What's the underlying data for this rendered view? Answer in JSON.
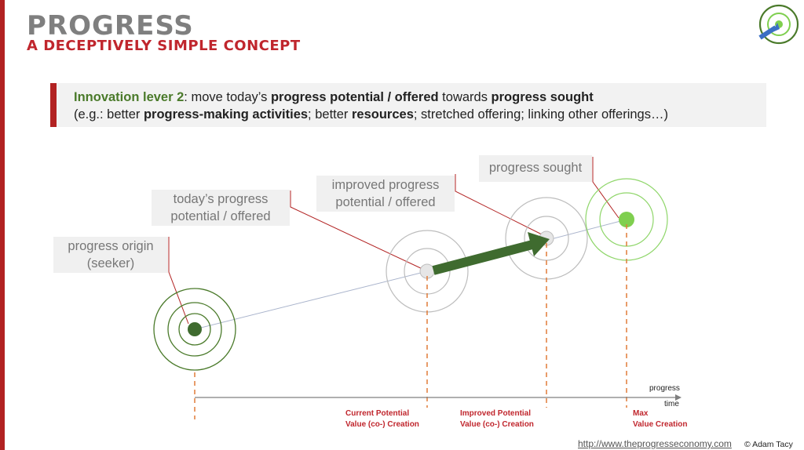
{
  "header": {
    "title": "PROGRESS",
    "subtitle": "A DECEPTIVELY SIMPLE CONCEPT"
  },
  "lever": {
    "lead": "Innovation lever 2",
    "t1": ": move today’s ",
    "b1": "progress potential / offered",
    "t2": " towards ",
    "b2": "progress sought",
    "l2a": "(e.g.: better ",
    "l2b": "progress-making activities",
    "l2c": "; better ",
    "l2d": "resources",
    "l2e": "; stretched offering; linking other offerings…)"
  },
  "labels": {
    "origin_1": "progress origin",
    "origin_2": "(seeker)",
    "today_1": "today’s progress",
    "today_2": "potential / offered",
    "improved_1": "improved progress",
    "improved_2": "potential / offered",
    "sought": "progress sought"
  },
  "axis": {
    "progress": "progress",
    "time": "time"
  },
  "ticks": {
    "current_1": "Current Potential",
    "current_2": "Value (co-) Creation",
    "improved_1": "Improved  Potential",
    "improved_2": "Value (co-) Creation",
    "max_1": "Max",
    "max_2": "Value Creation"
  },
  "footer": {
    "link": "http://www.theprogresseconomy.com",
    "copyright": "© Adam Tacy"
  },
  "colors": {
    "accent_red": "#b22222",
    "dark_green": "#3f6b2f",
    "light_green": "#7fcf4f",
    "grey": "#9a9a9a"
  },
  "icons": [
    "target-logo-icon"
  ]
}
